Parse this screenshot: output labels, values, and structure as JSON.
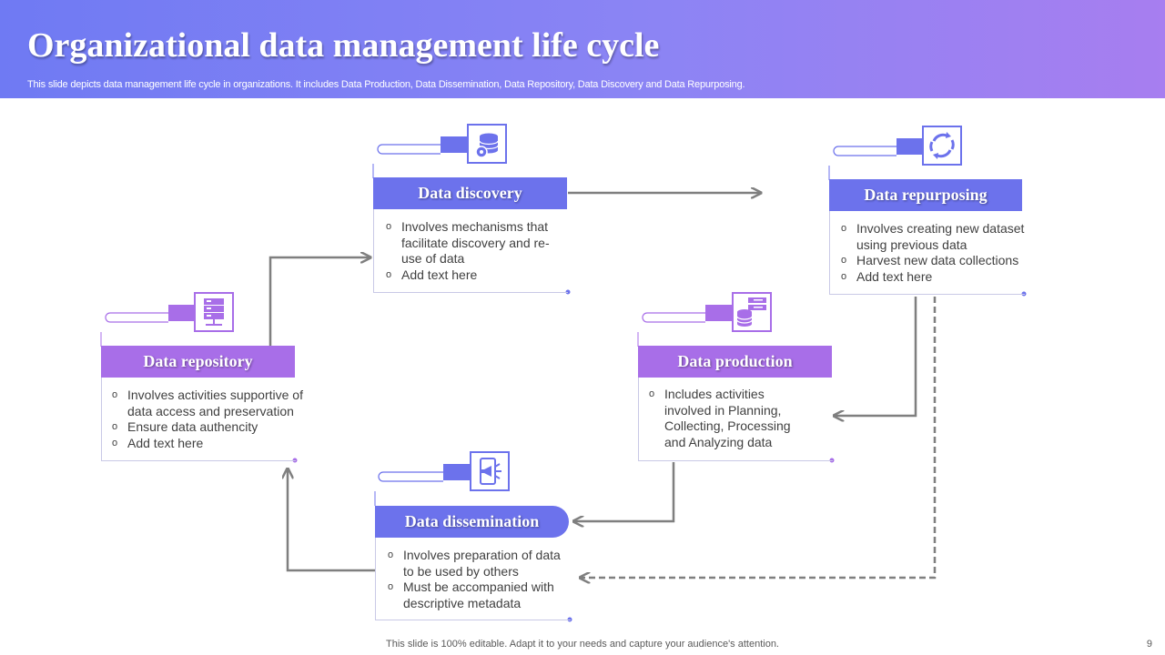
{
  "title": "Organizational data management life cycle",
  "subtitle": "This slide depicts data management life cycle in organizations. It includes Data Production, Data Dissemination, Data Repository, Data Discovery and Data Repurposing.",
  "cards": {
    "discovery": {
      "title": "Data discovery",
      "bullets": [
        "Involves mechanisms that facilitate discovery and re-use of data",
        "Add text here"
      ],
      "icon": "database-gear-icon"
    },
    "repurposing": {
      "title": "Data repurposing",
      "bullets": [
        "Involves creating new dataset using previous data",
        "Harvest new data collections",
        "Add text here"
      ],
      "icon": "cycle-arrows-icon"
    },
    "repository": {
      "title": "Data repository",
      "bullets": [
        "Involves activities supportive of data access and preservation",
        "Ensure data authencity",
        "Add text here"
      ],
      "icon": "server-icon"
    },
    "production": {
      "title": "Data production",
      "bullets": [
        "Includes activities involved in Planning, Collecting, Processing and Analyzing data"
      ],
      "icon": "database-server-icon"
    },
    "dissemination": {
      "title": "Data dissemination",
      "bullets": [
        "Involves preparation of data to be used by others",
        "Must be accompanied with descriptive metadata"
      ],
      "icon": "mobile-megaphone-icon"
    }
  },
  "colors": {
    "blue": "#6c72ec",
    "purple": "#a86ee8",
    "arrow": "#7f7f7f"
  },
  "footer": "This slide is 100% editable. Adapt it to your needs and capture your audience's attention.",
  "page_number": "9"
}
